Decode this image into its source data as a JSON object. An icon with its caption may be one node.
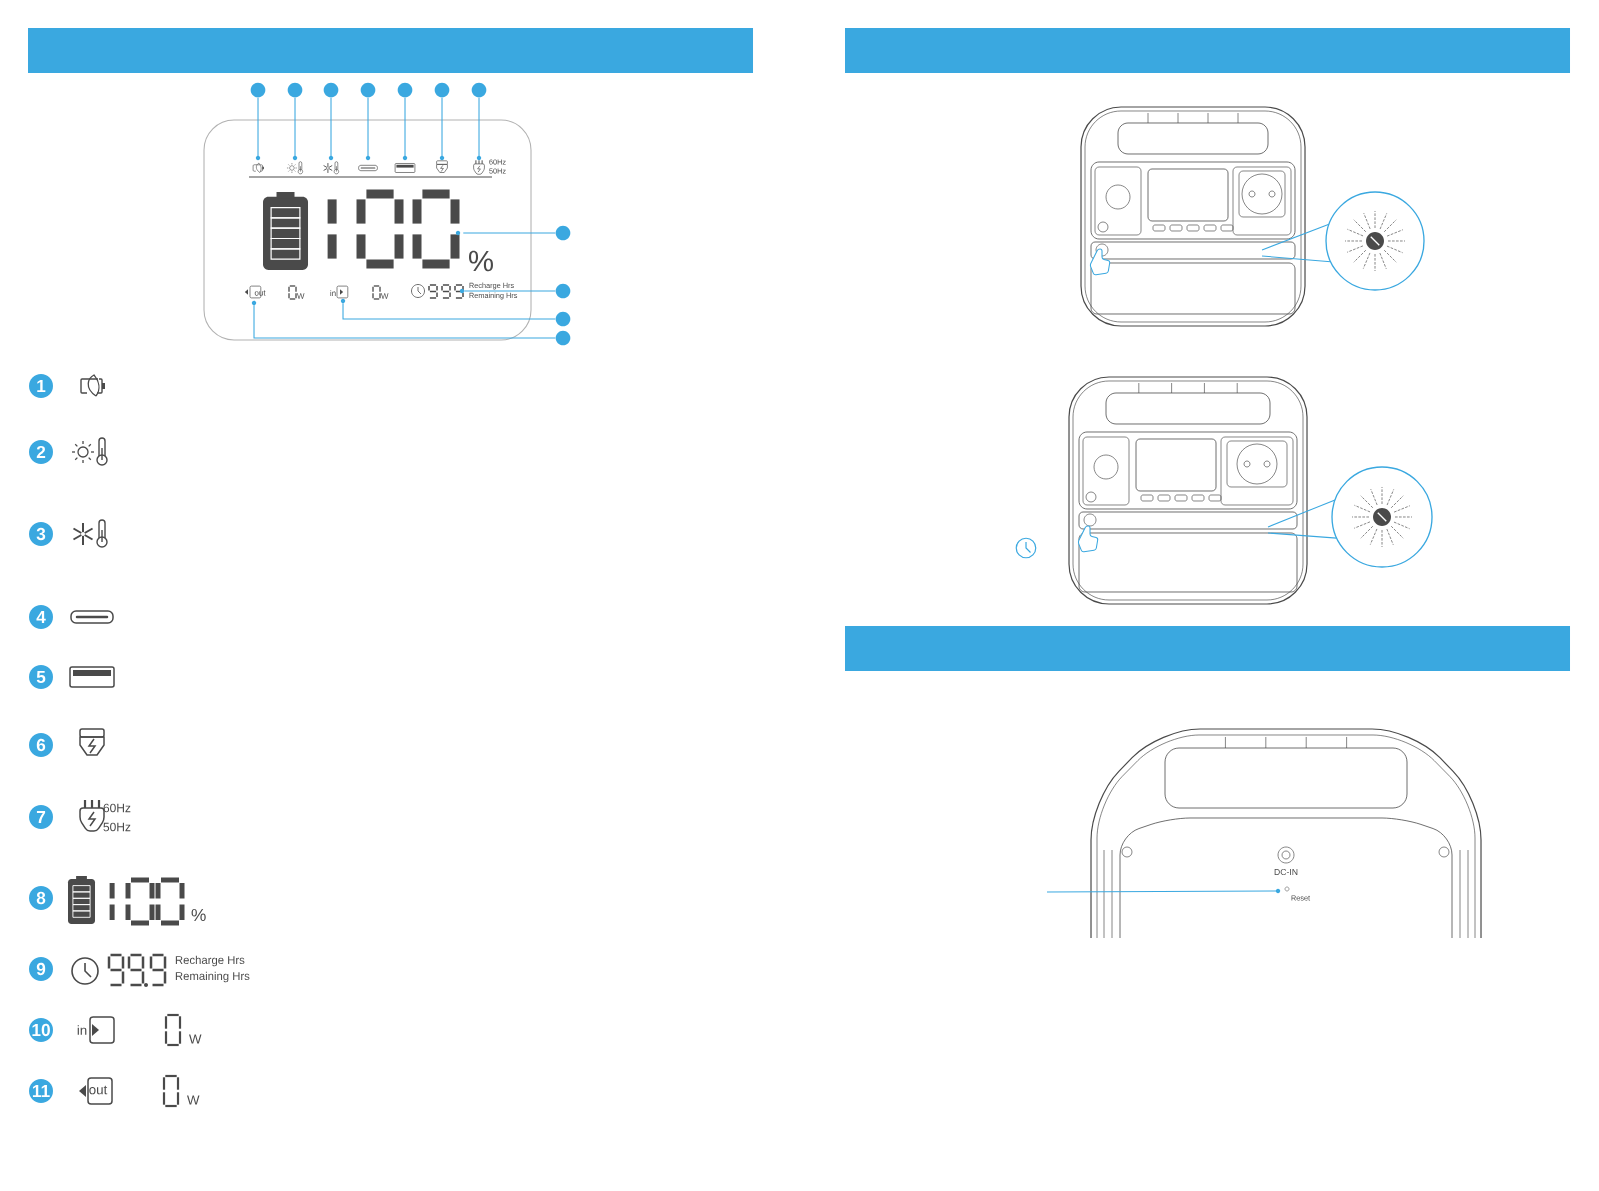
{
  "diagram": {
    "nodes": [
      {
        "text": [],
        "shape": "circle"
      },
      {
        "text": [],
        "shape": "circle"
      },
      {
        "text": [],
        "shape": "circle"
      },
      {
        "text": [],
        "shape": "circle"
      },
      {
        "text": [],
        "shape": "circle"
      },
      {
        "text": [],
        "shape": "circle"
      },
      {
        "text": [],
        "shape": "circle"
      },
      {
        "text": [],
        "shape": "circle"
      },
      {
        "text": [],
        "shape": "circle"
      },
      {
        "text": [],
        "shape": "circle"
      },
      {
        "text": [],
        "shape": "circle"
      },
      {
        "text": [
          "1"
        ]
      },
      {
        "text": [
          "2"
        ]
      },
      {
        "text": [
          "3"
        ]
      },
      {
        "text": [
          "4"
        ]
      },
      {
        "text": [
          "5"
        ]
      },
      {
        "text": [
          "6"
        ]
      },
      {
        "text": [
          "7"
        ]
      },
      {
        "text": [
          "8"
        ]
      },
      {
        "text": [
          "9"
        ]
      },
      {
        "text": [
          "10"
        ]
      },
      {
        "text": [
          "11"
        ]
      },
      {
        "text": [],
        "shape": "circle"
      },
      {
        "text": [],
        "shape": "picture"
      },
      {
        "text": [],
        "shape": "picture"
      },
      {
        "text": [],
        "shape": "picture"
      },
      {
        "text": [],
        "shape": "picture"
      },
      {
        "text": [],
        "shape": "picture"
      },
      {
        "text": [],
        "shape": "picture"
      },
      {
        "text": [],
        "shape": "picture",
        "beside": [
          "60Hz",
          "50Hz"
        ]
      },
      {
        "text": [],
        "shape": "picture"
      },
      {
        "text": [],
        "shape": "picture"
      },
      {
        "text": [],
        "shape": "picture"
      },
      {
        "text": [],
        "shape": "picture"
      }
    ],
    "edges": [
      {
        "from": 0,
        "to": 23,
        "arrow": "none"
      },
      {
        "from": 1,
        "to": 24,
        "arrow": "none"
      },
      {
        "from": 2,
        "to": 25,
        "arrow": "none"
      },
      {
        "from": 3,
        "to": 26,
        "arrow": "none"
      },
      {
        "from": 4,
        "to": 27,
        "arrow": "none"
      },
      {
        "from": 5,
        "to": 28,
        "arrow": "none"
      },
      {
        "from": 6,
        "to": 29,
        "arrow": "none"
      },
      {
        "from": 7,
        "to": 30,
        "arrow": "none"
      },
      {
        "from": 8,
        "to": 31,
        "arrow": "none"
      },
      {
        "from": 9,
        "to": 32,
        "arrow": "none"
      },
      {
        "from": 10,
        "to": 33,
        "arrow": "none"
      },
      {
        "from": null,
        "to": 22,
        "arrow": "none"
      }
    ],
    "labels": [
      "%",
      "out",
      "W",
      "in",
      "W",
      "Recharge Hrs",
      "Remaining Hrs",
      "60Hz",
      "50Hz",
      "%",
      "Recharge Hrs",
      "Remaining Hrs",
      "in",
      "W",
      "out",
      "W",
      "DC-IN",
      "Reset"
    ]
  }
}
